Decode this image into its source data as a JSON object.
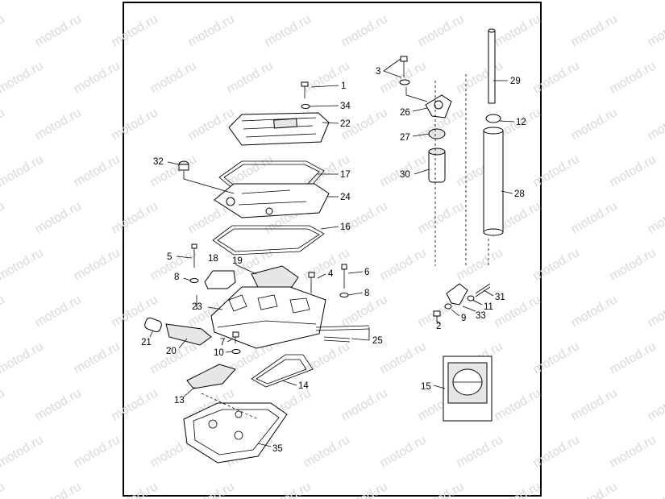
{
  "watermark": "motod.ru",
  "callouts": [
    {
      "id": "c1",
      "text": "1"
    },
    {
      "id": "c34",
      "text": "34"
    },
    {
      "id": "c22",
      "text": "22"
    },
    {
      "id": "c32",
      "text": "32"
    },
    {
      "id": "c17",
      "text": "17"
    },
    {
      "id": "c24",
      "text": "24"
    },
    {
      "id": "c16",
      "text": "16"
    },
    {
      "id": "c5",
      "text": "5"
    },
    {
      "id": "c18",
      "text": "18"
    },
    {
      "id": "c19",
      "text": "19"
    },
    {
      "id": "c4",
      "text": "4"
    },
    {
      "id": "c6",
      "text": "6"
    },
    {
      "id": "c8a",
      "text": "8"
    },
    {
      "id": "c8b",
      "text": "8"
    },
    {
      "id": "c23",
      "text": "23"
    },
    {
      "id": "c21",
      "text": "21"
    },
    {
      "id": "c20",
      "text": "20"
    },
    {
      "id": "c7",
      "text": "7"
    },
    {
      "id": "c10",
      "text": "10"
    },
    {
      "id": "c25",
      "text": "25"
    },
    {
      "id": "c13",
      "text": "13"
    },
    {
      "id": "c14",
      "text": "14"
    },
    {
      "id": "c35",
      "text": "35"
    },
    {
      "id": "c3",
      "text": "3"
    },
    {
      "id": "c26",
      "text": "26"
    },
    {
      "id": "c27",
      "text": "27"
    },
    {
      "id": "c30",
      "text": "30"
    },
    {
      "id": "c29",
      "text": "29"
    },
    {
      "id": "c12",
      "text": "12"
    },
    {
      "id": "c28",
      "text": "28"
    },
    {
      "id": "c31",
      "text": "31"
    },
    {
      "id": "c11",
      "text": "11"
    },
    {
      "id": "c33",
      "text": "33"
    },
    {
      "id": "c9",
      "text": "9"
    },
    {
      "id": "c2",
      "text": "2"
    },
    {
      "id": "c15",
      "text": "15"
    }
  ]
}
